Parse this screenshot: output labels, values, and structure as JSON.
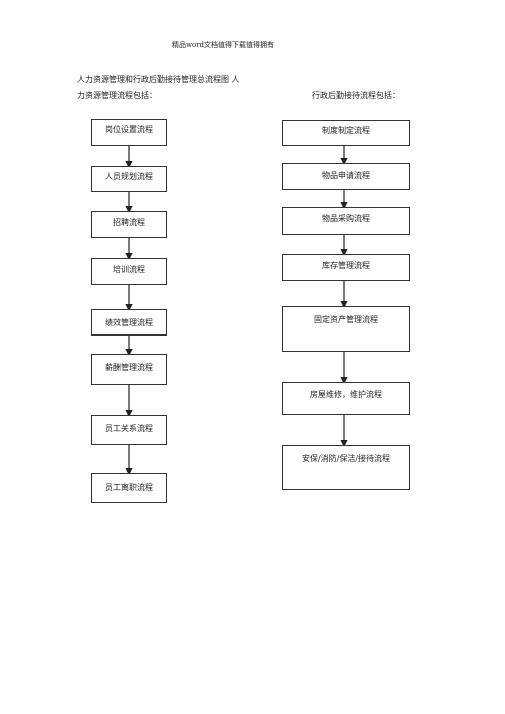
{
  "header": {
    "text": "精品word文档值得下载值得拥有"
  },
  "intro": {
    "line1": "人力资源管理和行政后勤接待管理总流程图  人",
    "line2": "力资源管理流程包括：",
    "right_heading": "行政后勤接待流程包括："
  },
  "hr_flow": [
    {
      "label": "岗位设置流程"
    },
    {
      "label": "人员规划流程"
    },
    {
      "label": "招聘流程"
    },
    {
      "label": "培训流程"
    },
    {
      "label": "绩效管理流程"
    },
    {
      "label": "薪酬管理流程"
    },
    {
      "label": "员工关系流程"
    },
    {
      "label": "员工离职流程"
    }
  ],
  "admin_flow": [
    {
      "label": "制度制定流程"
    },
    {
      "label": "物品申请流程"
    },
    {
      "label": "物品采购流程"
    },
    {
      "label": "库存管理流程"
    },
    {
      "label": "固定资产管理流程"
    },
    {
      "label": "房屋维修，维护流程"
    },
    {
      "label": "安保/消防/保洁/接待流程"
    }
  ]
}
